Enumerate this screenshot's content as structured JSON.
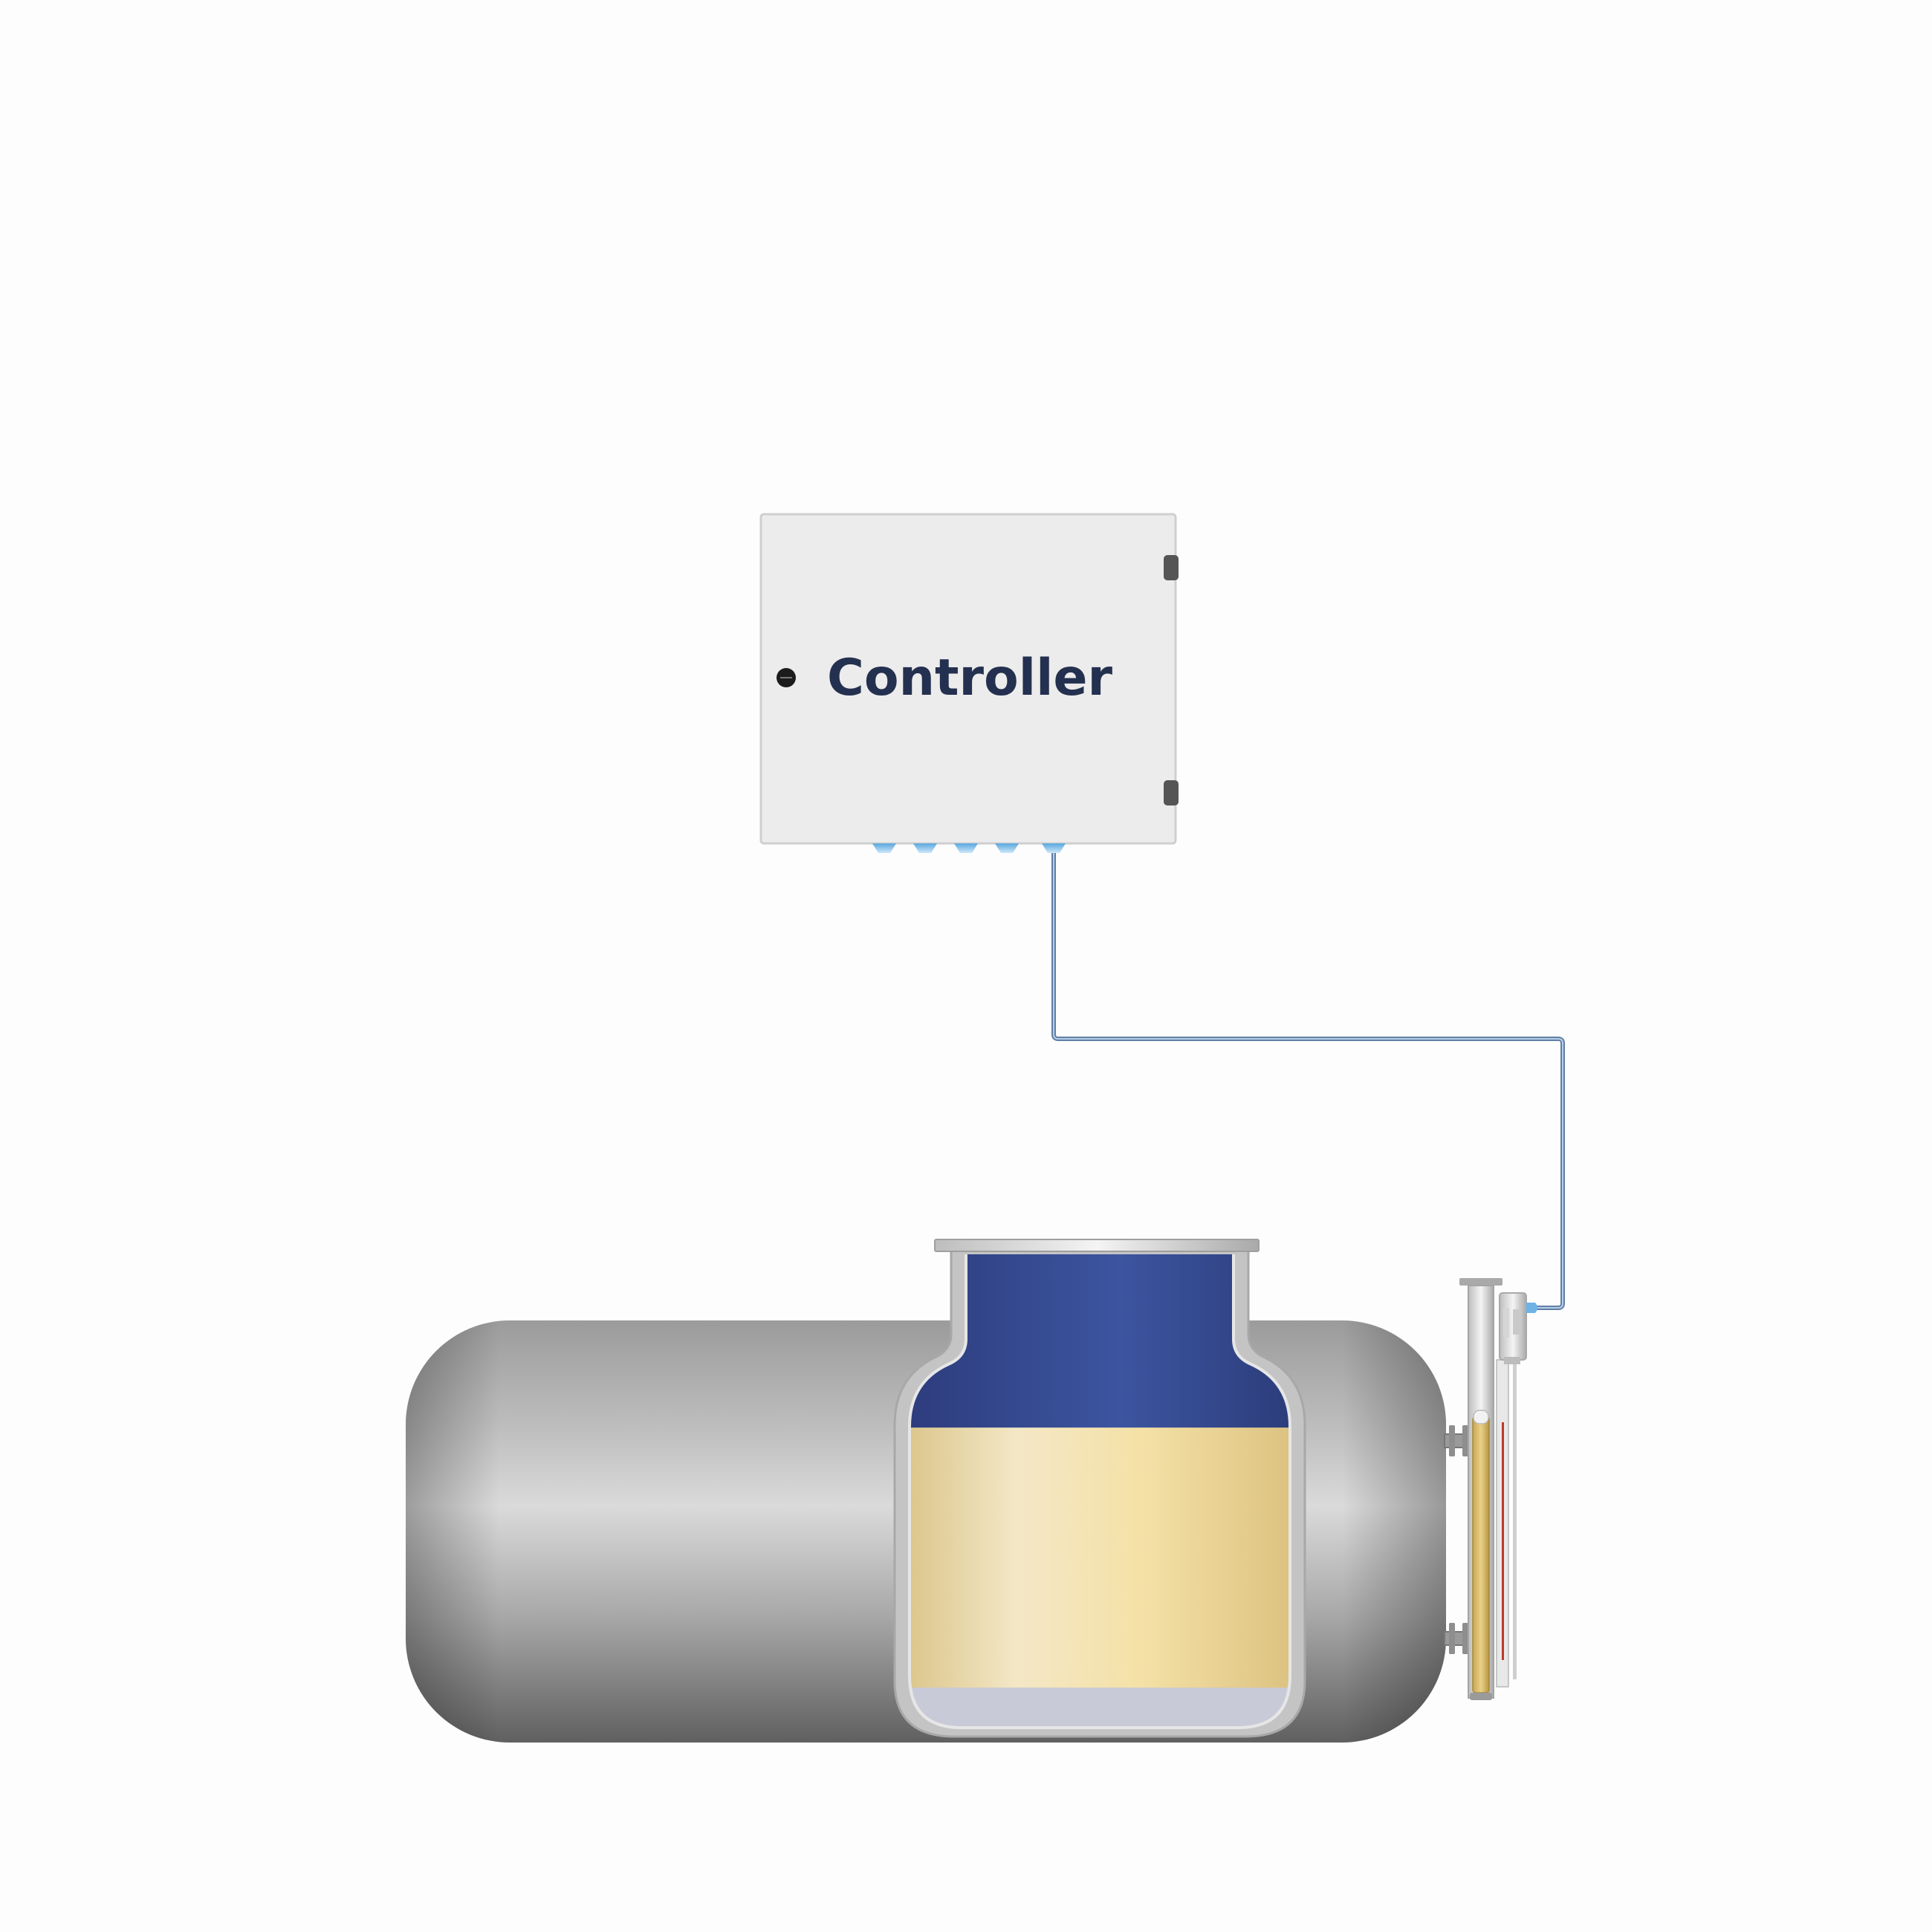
{
  "controller": {
    "label": "Controller"
  },
  "colors": {
    "label_text": "#24304f",
    "controller_body": "#ececec",
    "cable": "#7f9fc4",
    "gland": "#8fc8ee",
    "tank_shell": "#9a9a9a",
    "vapor_top": "#2e3d7e",
    "liquid": "#efdcab",
    "bottom_layer": "#c8cad8",
    "gauge_float": "#d9b860",
    "gauge_scale": "#c0392b"
  },
  "levels": {
    "upper_phase_percent": 36,
    "liquid_percent": 54,
    "bottom_layer_percent": 10
  }
}
